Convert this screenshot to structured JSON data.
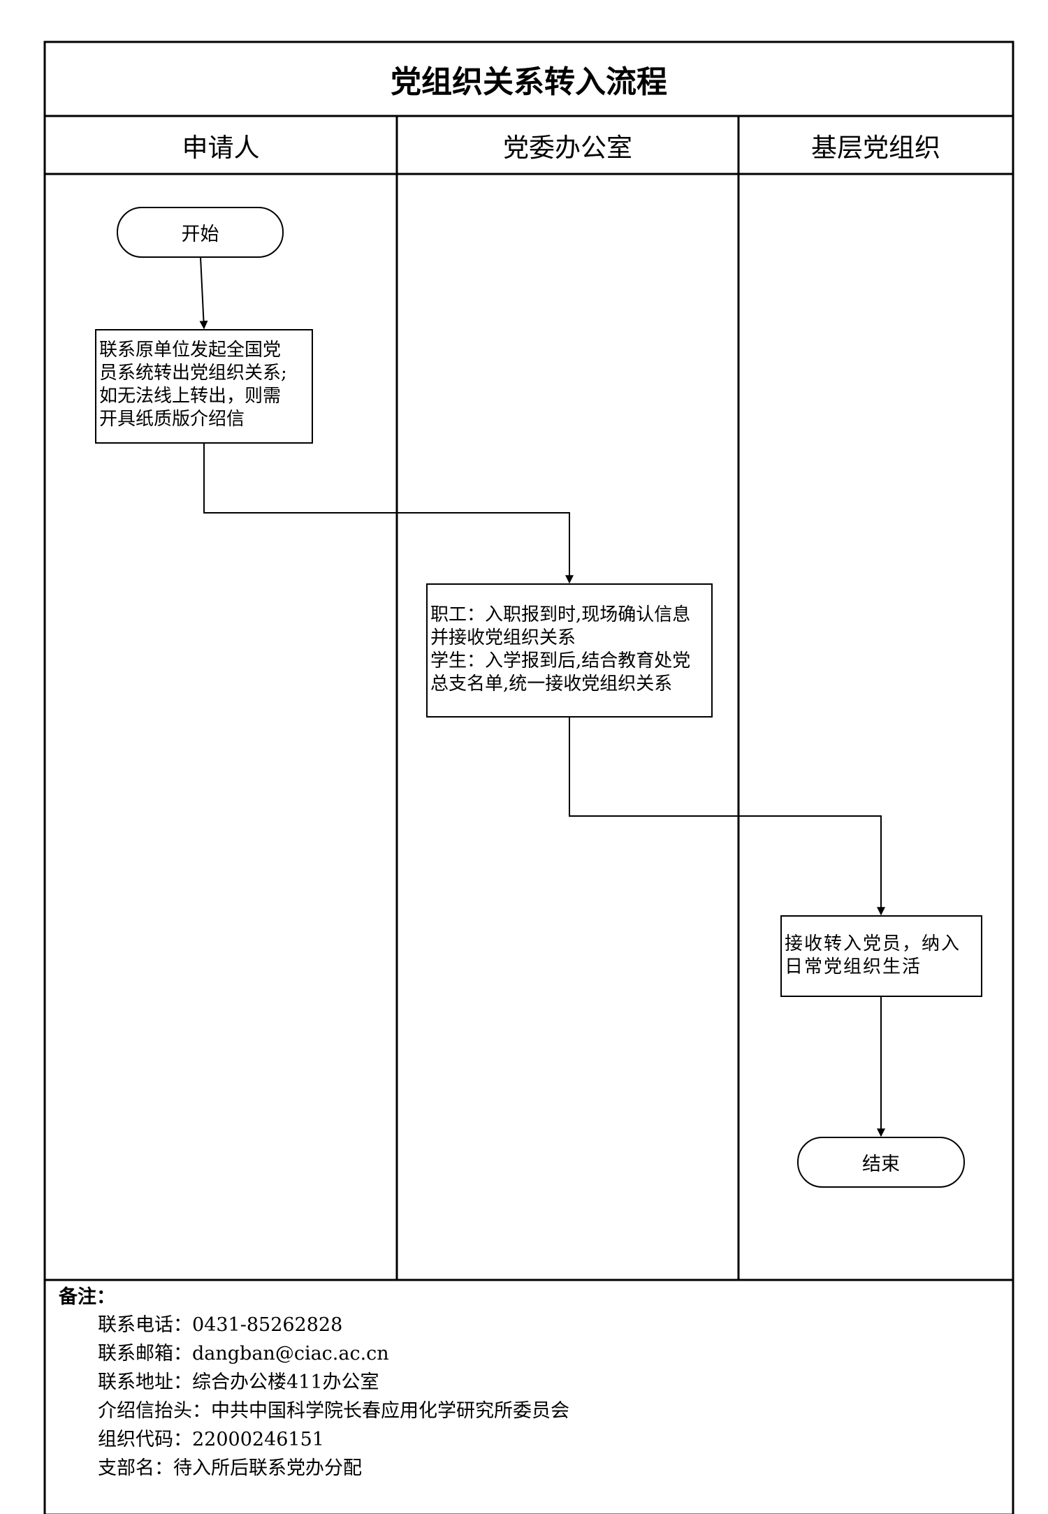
{
  "title": "党组织关系转入流程",
  "lanes": [
    "申请人",
    "党委办公室",
    "基层党组织"
  ],
  "nodes": {
    "start": "开始",
    "step1": [
      "联系原单位发起全国党",
      "员系统转出党组织关系;",
      "如无法线上转出，则需",
      "开具纸质版介绍信"
    ],
    "step2": [
      "职工：入职报到时,现场确认信息",
      "并接收党组织关系",
      "学生：入学报到后,结合教育处党",
      "总支名单,统一接收党组织关系"
    ],
    "step3": [
      "接收转入党员，纳入",
      "日常党组织生活"
    ],
    "end": "结束"
  },
  "notes": {
    "title": "备注：",
    "lines": [
      "联系电话：0431-85262828",
      "联系邮箱：dangban@ciac.ac.cn",
      "联系地址：综合办公楼411办公室",
      "介绍信抬头：中共中国科学院长春应用化学研究所委员会",
      "组织代码：22000246151",
      "支部名：待入所后联系党办分配"
    ]
  }
}
